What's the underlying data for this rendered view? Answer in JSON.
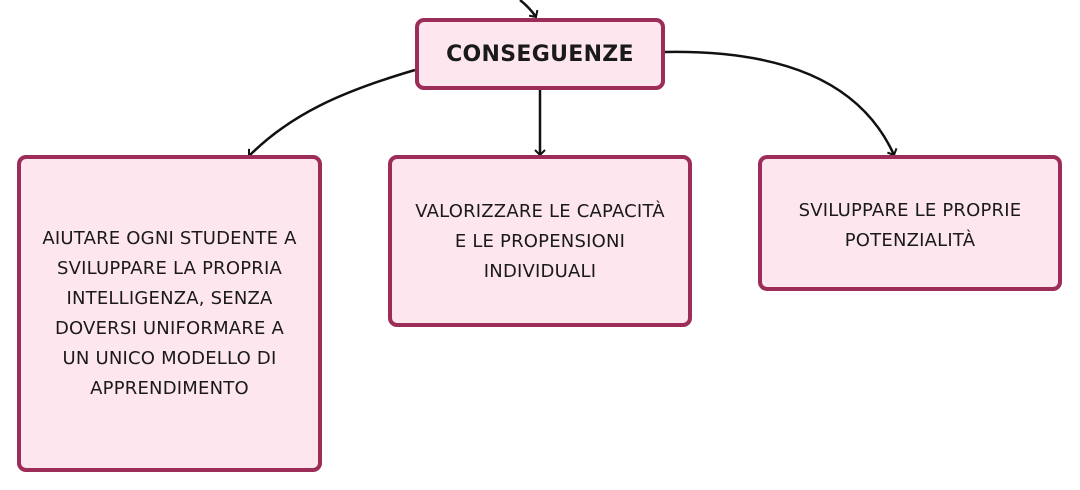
{
  "main_node": {
    "label": "CONSEGUENZE"
  },
  "children": [
    {
      "label": "AIUTARE OGNI STUDENTE A\nSVILUPPARE LA PROPRIA\nINTELLIGENZA, SENZA\nDOVERSI UNIFORMARE A\nUN UNICO MODELLO DI\nAPPRENDIMENTO"
    },
    {
      "label": "VALORIZZARE LE CAPACITÀ\nE LE PROPENSIONI\nINDIVIDUALI"
    },
    {
      "label": "SVILUPPARE LE PROPRIE\nPOTENZIALITÀ"
    }
  ],
  "colors": {
    "node_fill": "#fde6ee",
    "node_border": "#9b2d58",
    "connector": "#111111"
  }
}
